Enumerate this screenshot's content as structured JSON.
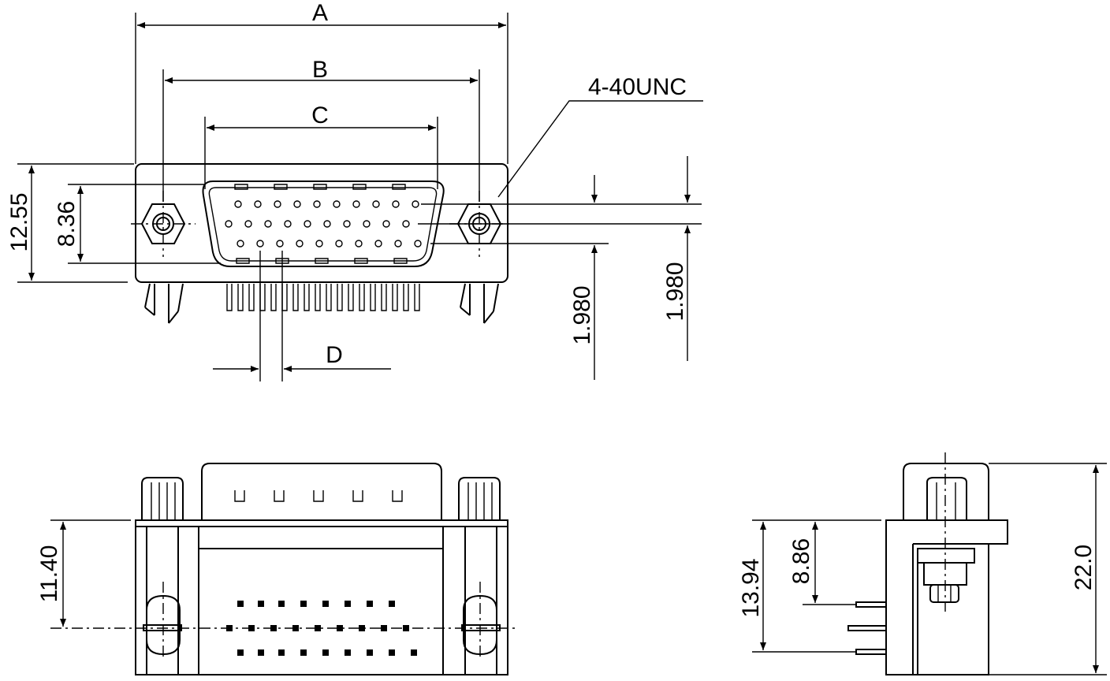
{
  "labels": {
    "dim_a": "A",
    "dim_b": "B",
    "dim_c": "C",
    "dim_d": "D",
    "thread": "4-40UNC",
    "height_outer": "12.55",
    "height_inner": "8.36",
    "row_pitch_1": "1.980",
    "row_pitch_2": "1.980",
    "front_height": "11.40",
    "side_height_1": "13.94",
    "side_height_2": "8.86",
    "side_height_total": "22.0"
  }
}
